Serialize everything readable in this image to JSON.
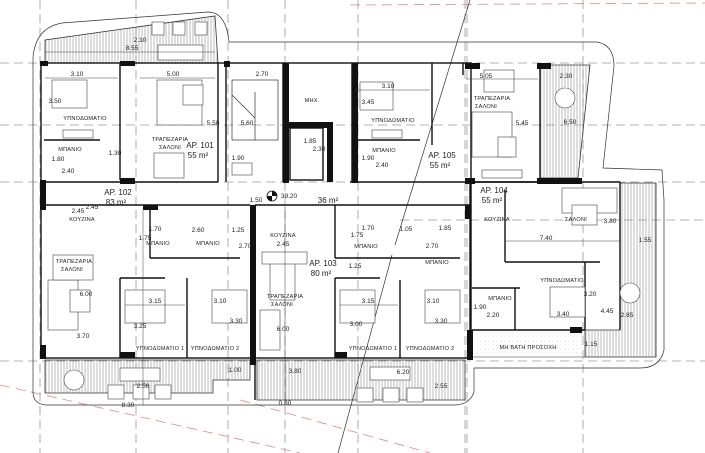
{
  "apartments": [
    {
      "id": "AP. 101",
      "area": "55 m²"
    },
    {
      "id": "AP. 102",
      "area": "83 m²"
    },
    {
      "id": "AP. 103",
      "area": "80 m²"
    },
    {
      "id": "AP. 104",
      "area": "55 m²"
    },
    {
      "id": "AP. 105",
      "area": "55 m²"
    }
  ],
  "rooms": {
    "bedroom": "ΥΠΝΟΔΩΜΑΤΙΟ",
    "bedroom_1": "ΥΠΝΟΔΩΜΑΤΙΟ 1",
    "bedroom_2": "ΥΠΝΟΔΩΜΑΤΙΟ 2",
    "bathroom": "ΜΠΑΝΙΟ",
    "kitchen": "ΚΟΥΖΙΝΑ",
    "dining": "ΤΡΑΠΕΖΑΡΙΑ",
    "living": "ΣΑΛΟΝΙ",
    "mechanical": "MHX.",
    "warning_zone": "ΜΗ ΒΑΤΗ ΠΡΟΣΟΧΗ"
  },
  "common_area": {
    "level": "39.20",
    "level_offset": "1.50",
    "area": "36 m²"
  },
  "dimensions": [
    "2.10",
    "8.55",
    "3.10",
    "3.50",
    "1.80",
    "2.40",
    "1.30",
    "5.00",
    "5.50",
    "5.60",
    "2.70",
    "1.85",
    "2.30",
    "1.90",
    "2.45",
    "2.45",
    "3.10",
    "3.45",
    "1.90",
    "2.40",
    "5.05",
    "5.45",
    "2.30",
    "6.50",
    "3.80",
    "1.70",
    "1.75",
    "2.60",
    "1.25",
    "2.70",
    "2.45",
    "6.00",
    "3.15",
    "3.25",
    "3.70",
    "3.10",
    "3.30",
    "6.00",
    "3.80",
    "1.00",
    "2.56",
    "8.30",
    "0.80",
    "1.70",
    "1.75",
    "1.05",
    "1.85",
    "2.70",
    "1.25",
    "3.15",
    "3.00",
    "3.10",
    "3.30",
    "6.20",
    "2.55",
    "7.40",
    "1.55",
    "3.20",
    "1.90",
    "2.20",
    "3.40",
    "4.45",
    "2.85",
    "1.15"
  ],
  "icons": {
    "level_marker": "level-marker-icon"
  }
}
